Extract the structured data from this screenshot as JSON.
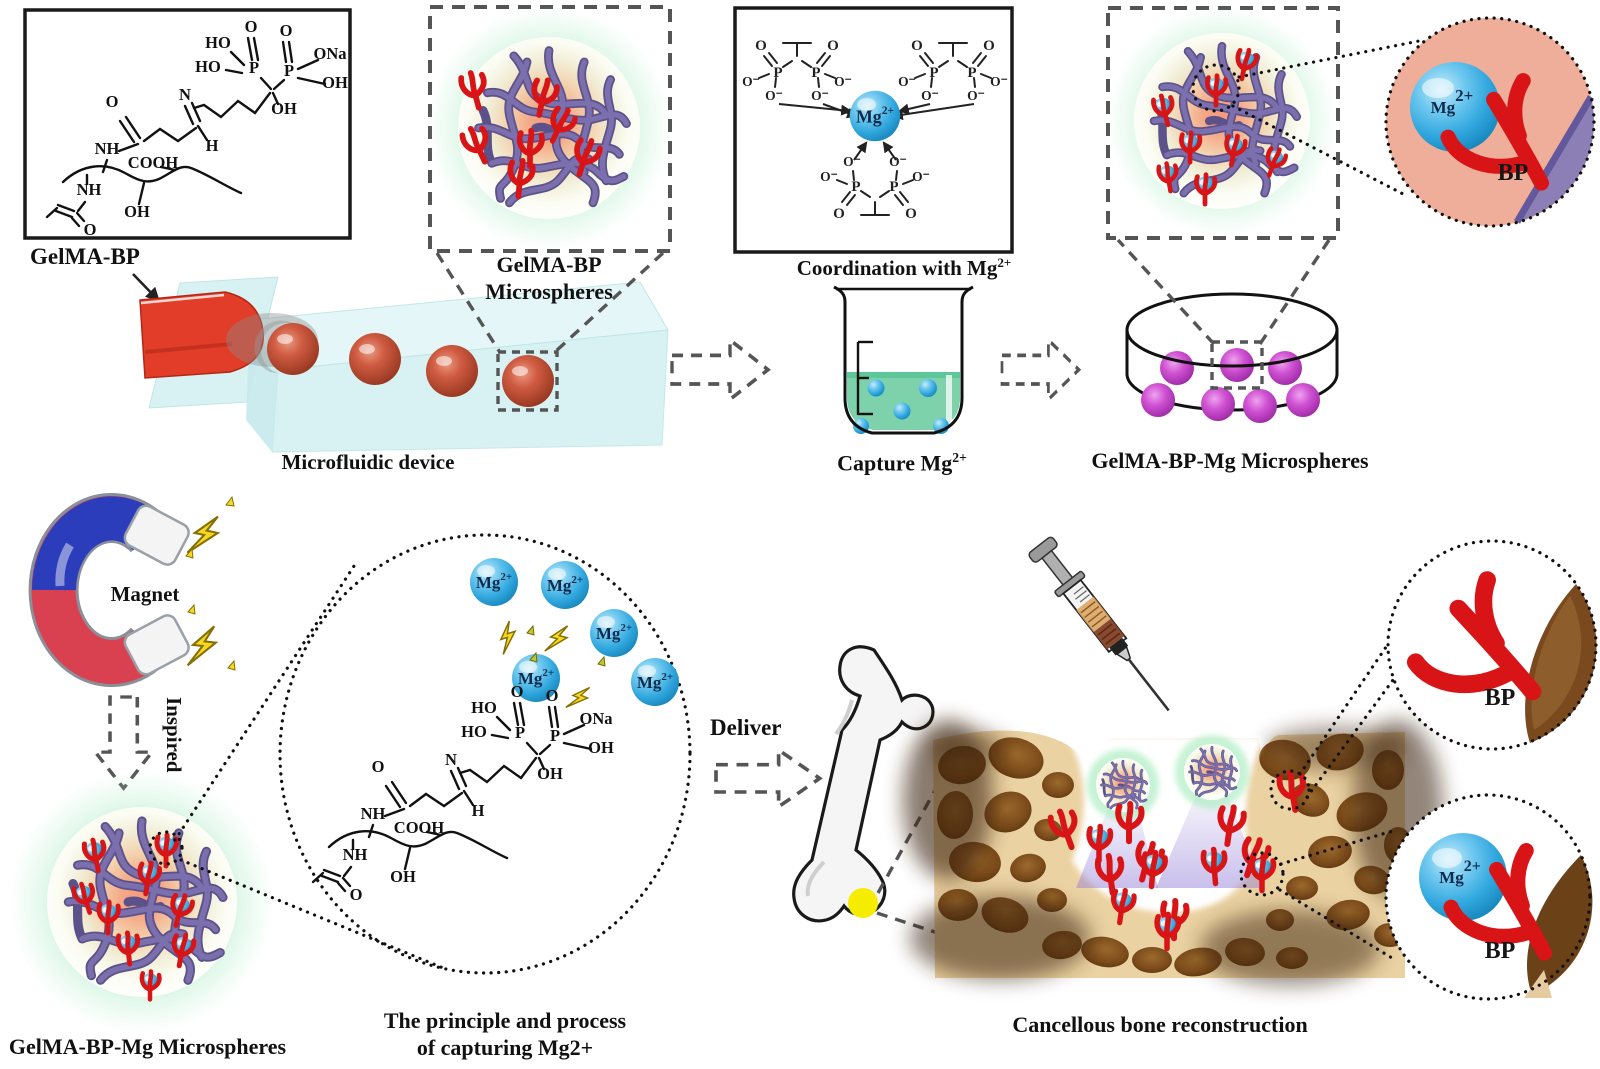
{
  "labels": {
    "gelma_bp": "GelMA-BP",
    "microspheres_line1": "GelMA-BP",
    "microspheres_line2": "Microspheres",
    "microfluidic": "Microfluidic device",
    "coordination_pre": "Coordination with Mg",
    "coordination_sup": "2+",
    "capture_pre": "Capture Mg",
    "capture_sup": "2+",
    "petri": "GelMA-BP-Mg Microspheres",
    "magnet": "Magnet",
    "inspired": "Inspired",
    "ms_bottom": "GelMA-BP-Mg Microspheres",
    "principle_line1": "The principle and process",
    "principle_line2": "of capturing Mg2+",
    "deliver": "Deliver",
    "cancellous": "Cancellous bone reconstruction"
  },
  "ions": {
    "mg": "Mg",
    "mg_sup": "2+",
    "bp": "BP"
  },
  "chem": {
    "p": "P",
    "o": "O",
    "ho": "HO",
    "oh": "OH",
    "ona": "ONa",
    "n": "N",
    "nh": "NH",
    "h": "H",
    "cooh": "COOH",
    "om": "O⁻"
  },
  "colors": {
    "claw_red": "#d81417",
    "inlet_red": "#e23d28",
    "droplet_red": "#c0503a",
    "network_purple": "#6b5f9b",
    "mg_blue": "#45b6e8",
    "liquid_green": "#7ed2ab",
    "microsphere_magenta": "#c73fc9",
    "glow_green": "#9fe3b4",
    "salmon": "#efae9a",
    "wedge_purple": "#8b7fb6",
    "bone_tan": "#ebd2a2",
    "bone_brown": "#6b4118",
    "magnet_blue": "#2b3dbb",
    "magnet_red": "#d94050",
    "bolt_yellow": "#f8d823",
    "marker_yellow": "#f6ec00",
    "dash_gray": "#555555"
  }
}
